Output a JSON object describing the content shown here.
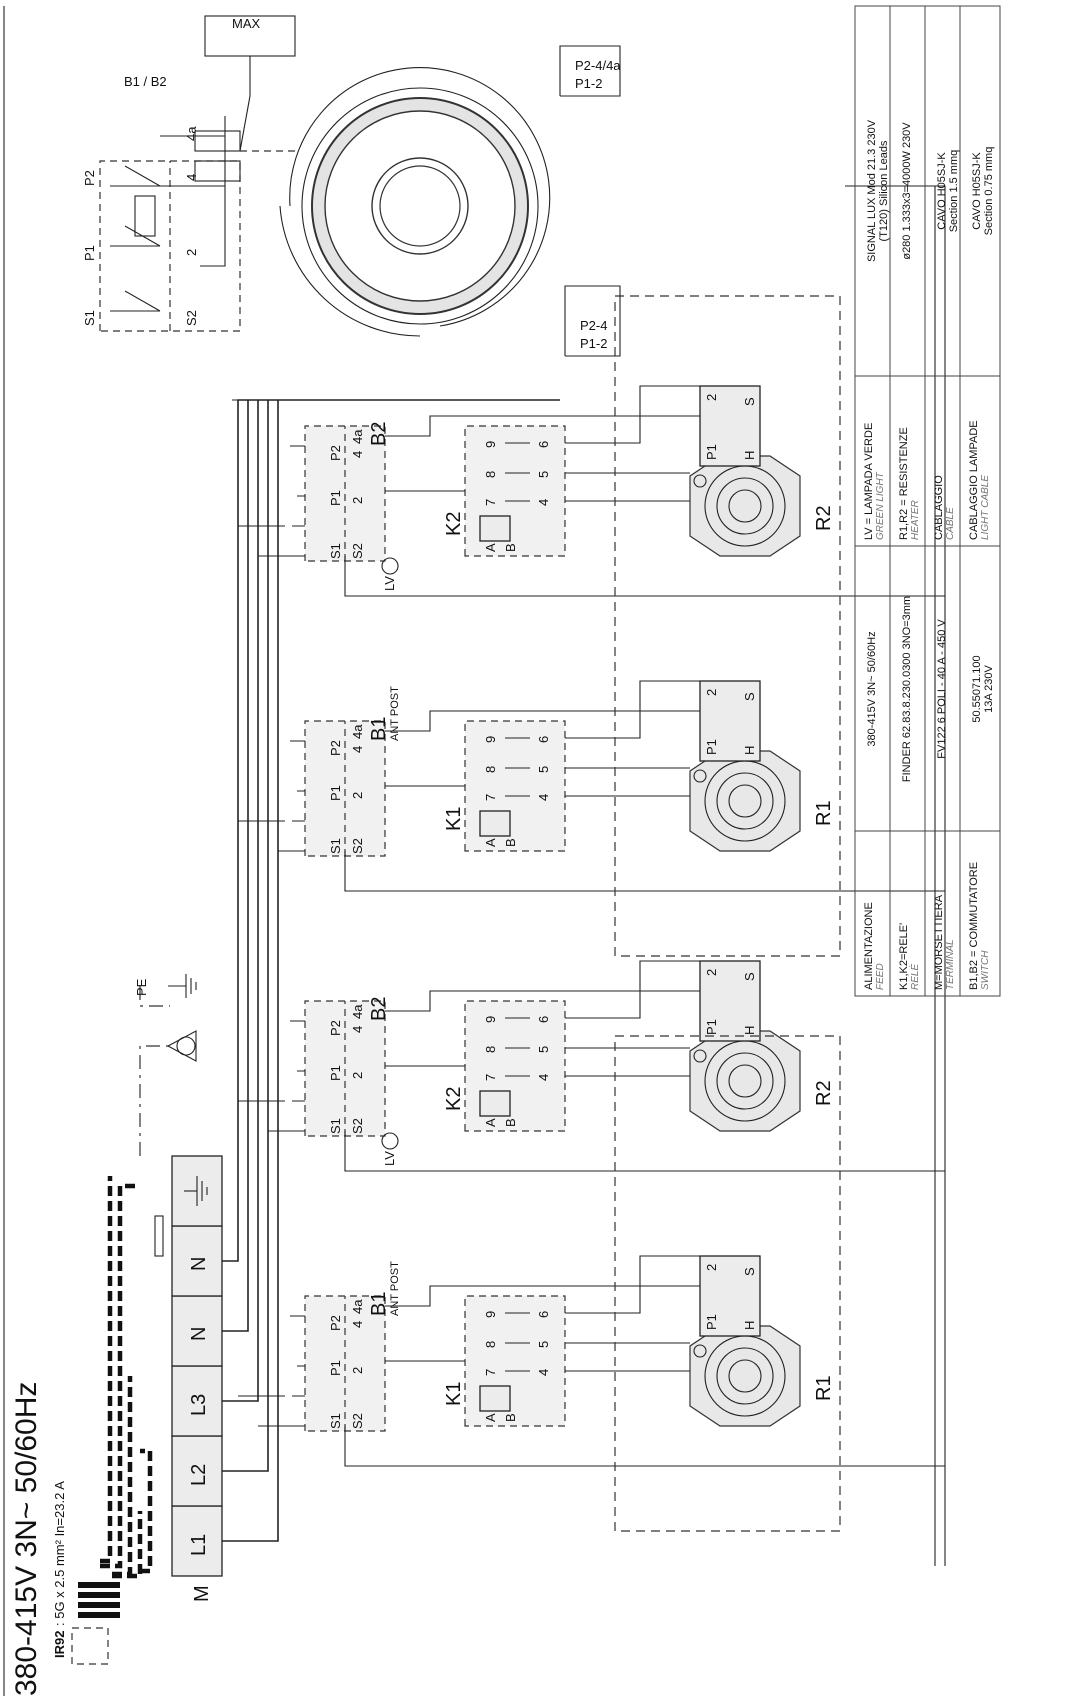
{
  "supply": {
    "title": "380-415V 3N~ 50/60Hz",
    "cable_code": "IR92",
    "cable_spec": ": 5G x 2.5 mm²  In=23.2 A"
  },
  "terminal": {
    "prefix": "M",
    "labels": [
      "L1",
      "L2",
      "L3",
      "N",
      "N"
    ],
    "earth": "PE"
  },
  "switch_terminals": {
    "a": "S1",
    "b": "S2",
    "c": "P1",
    "d": "2",
    "e": "P2",
    "f": "4",
    "g": "4a"
  },
  "switch_names": [
    "B1",
    "B2",
    "B1",
    "B2"
  ],
  "switch_note": "ANT POST",
  "relay_names": [
    "K1",
    "K2",
    "K1",
    "K2"
  ],
  "relay_terminals": {
    "a": "A",
    "b": "B",
    "c": "7",
    "d": "8",
    "e": "9",
    "f": "4",
    "g": "5",
    "h": "6"
  },
  "heater_names": [
    "R1",
    "R2",
    "R1",
    "R2"
  ],
  "thermostat_terminals": {
    "a": "H",
    "b": "S",
    "c": "P1",
    "d": "2"
  },
  "lamp_label": "LV",
  "detail": {
    "switch_label": "B1 / B2",
    "terminals": {
      "s1": "S1",
      "s2": "S2",
      "p1": "P1",
      "p2": "P2",
      "t2": "2",
      "t4": "4",
      "t4a": "4a"
    },
    "max_label": "MAX",
    "ring_outer_a": "P1-2",
    "ring_outer_b": "P2-4/4a",
    "ring_inner_a": "P1-2",
    "ring_inner_b": "P2-4"
  },
  "legend": {
    "col1": [
      {
        "label": "ALIMENTAZIONE",
        "sub": "FEED"
      },
      {
        "label": "K1,K2=RELE'",
        "sub": "RELÈ"
      },
      {
        "label": "M=MORSETTIERA",
        "sub": "TERMINAL"
      },
      {
        "label": "B1,B2 = COMMUTATORE",
        "sub": "SWITCH"
      }
    ],
    "col2": [
      {
        "text": "380-415V 3N~ 50/60Hz",
        "text2": ""
      },
      {
        "text": "FINDER 62.83.8.230.0300 3NO=3mm",
        "text2": ""
      },
      {
        "text": "FV122 6 POLI - 40 A - 450 V",
        "text2": ""
      },
      {
        "text": "50.55071.100",
        "text2": "13A 230V"
      }
    ],
    "col3": [
      {
        "label": "LV = LAMPADA VERDE",
        "sub": "GREEN LIGHT"
      },
      {
        "label": "R1,R2 = RESISTENZE",
        "sub": "HEATER"
      },
      {
        "label": "CABLAGGIO",
        "sub": "CABLE"
      },
      {
        "label": "CABLAGGIO LAMPADE",
        "sub": "LIGHT CABLE"
      }
    ],
    "col4": [
      {
        "text": "SIGNAL LUX Mod 21.3 230V",
        "text2": "(T120) Silicon Leads"
      },
      {
        "text": "ø280 1.333x3=4000W 230V",
        "text2": ""
      },
      {
        "text": "CAVO H05SJ-K",
        "text2": "Section 1.5 mmq"
      },
      {
        "text": "CAVO H05SJ-K",
        "text2": "Section 0.75 mmq"
      }
    ]
  }
}
